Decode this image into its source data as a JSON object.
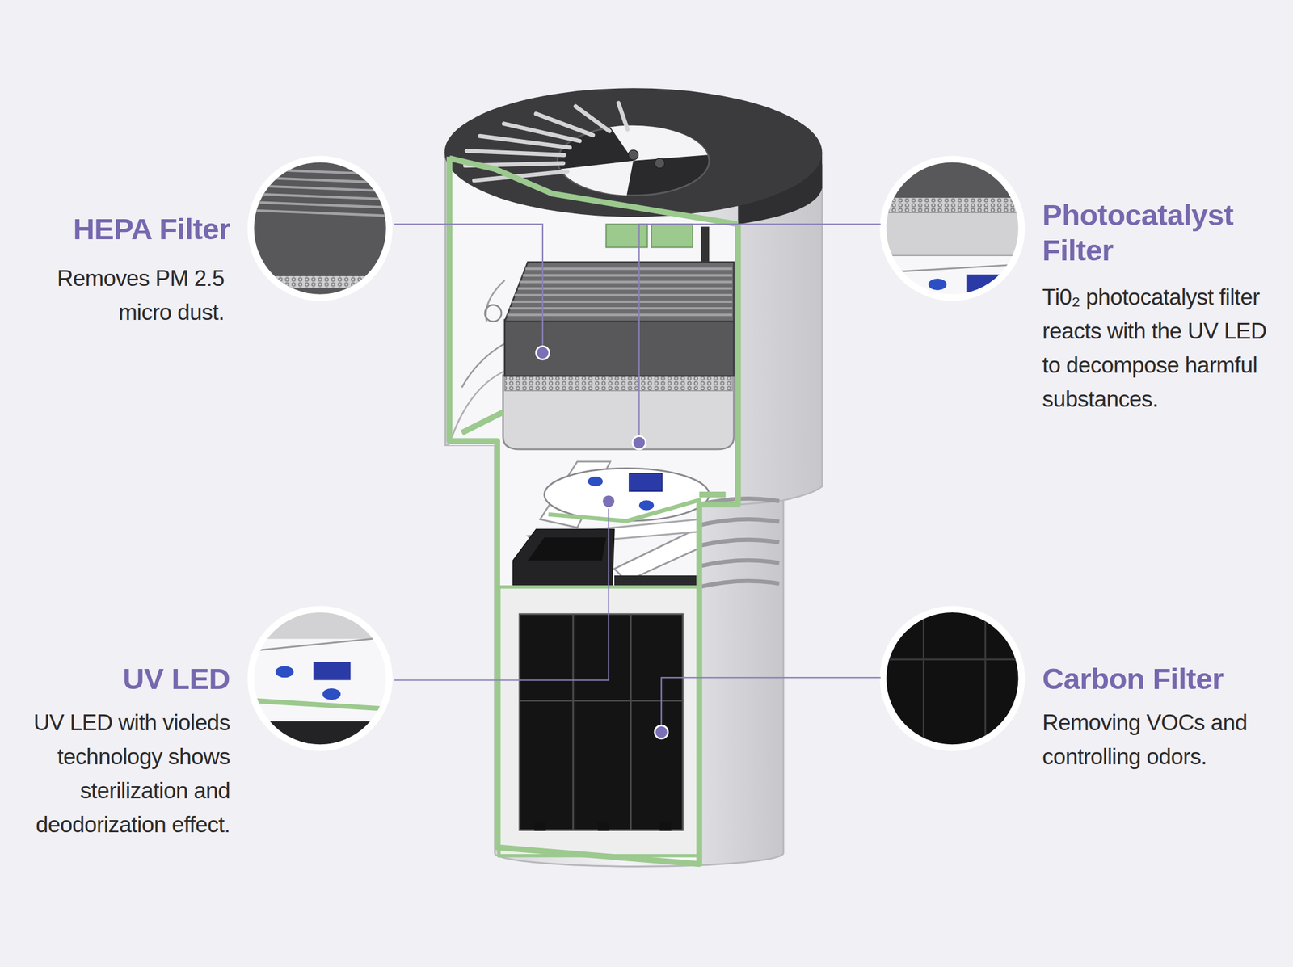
{
  "diagram": {
    "labels": [
      "HEPA Filter",
      "Removes PM 2.5 micro dust.",
      "Photocatalyst Filter",
      "Ti0₂ photocatalyst filter reacts with the UV LED to decompose harmful substances.",
      "UV LED",
      "UV LED with violeds technology shows sterilization and deodorization effect.",
      "Carbon Filter",
      "Removing VOCs and controlling odors."
    ]
  }
}
